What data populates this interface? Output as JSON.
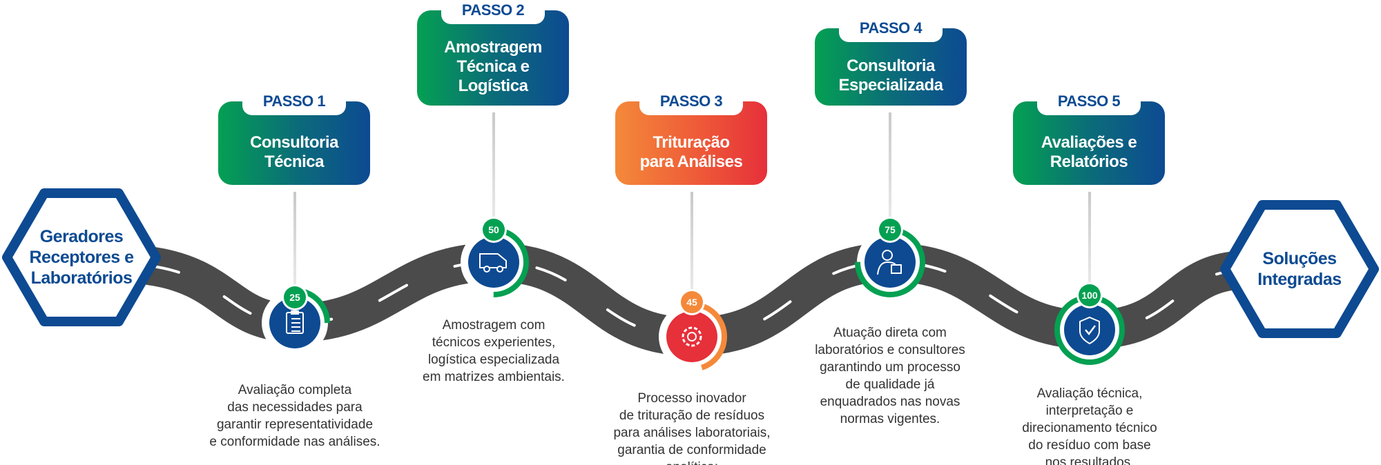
{
  "start": {
    "label_lines": [
      "Geradores",
      "Receptores e",
      "Laboratórios"
    ]
  },
  "end": {
    "label_lines": [
      "Soluções",
      "Integradas"
    ]
  },
  "colors": {
    "blue": "#0d4a92",
    "green": "#04a052",
    "orange": "#f4893a",
    "red": "#e6303a",
    "road": "#4b4b4b"
  },
  "steps": [
    {
      "tab": "PASSO 1",
      "title": [
        "Consultoria",
        "Técnica"
      ],
      "badge": "25",
      "progress": 25,
      "icon": "clipboard-checklist-icon",
      "theme": "blue",
      "description": [
        "Avaliação completa",
        "das necessidades para",
        "garantir representatividade",
        "e conformidade nas análises."
      ]
    },
    {
      "tab": "PASSO 2",
      "title": [
        "Amostragem",
        "Técnica e",
        "Logística"
      ],
      "badge": "50",
      "progress": 50,
      "icon": "delivery-truck-icon",
      "theme": "blue",
      "description": [
        "Amostragem com",
        "técnicos experientes,",
        "logística especializada",
        "em matrizes ambientais."
      ]
    },
    {
      "tab": "PASSO 3",
      "title": [
        "Trituração",
        "para Análises"
      ],
      "badge": "45",
      "progress": 45,
      "icon": "gear-icon",
      "theme": "orange",
      "description": [
        "Processo inovador",
        "de trituração de resíduos",
        "para análises laboratoriais,",
        "garantia de conformidade",
        "analítica;"
      ]
    },
    {
      "tab": "PASSO 4",
      "title": [
        "Consultoria",
        "Especializada"
      ],
      "badge": "75",
      "progress": 75,
      "icon": "worker-with-box-icon",
      "theme": "blue",
      "description": [
        "Atuação direta com",
        "laboratórios e consultores",
        "garantindo um processo",
        "de qualidade já",
        "enquadrados nas novas",
        "normas vigentes."
      ]
    },
    {
      "tab": "PASSO 5",
      "title": [
        "Avaliações e",
        "Relatórios"
      ],
      "badge": "100",
      "progress": 100,
      "icon": "shield-check-icon",
      "theme": "blue",
      "description": [
        "Avaliação técnica,",
        "interpretação  e",
        "direcionamento técnico",
        "do resíduo com base",
        "nos resultados."
      ]
    }
  ]
}
